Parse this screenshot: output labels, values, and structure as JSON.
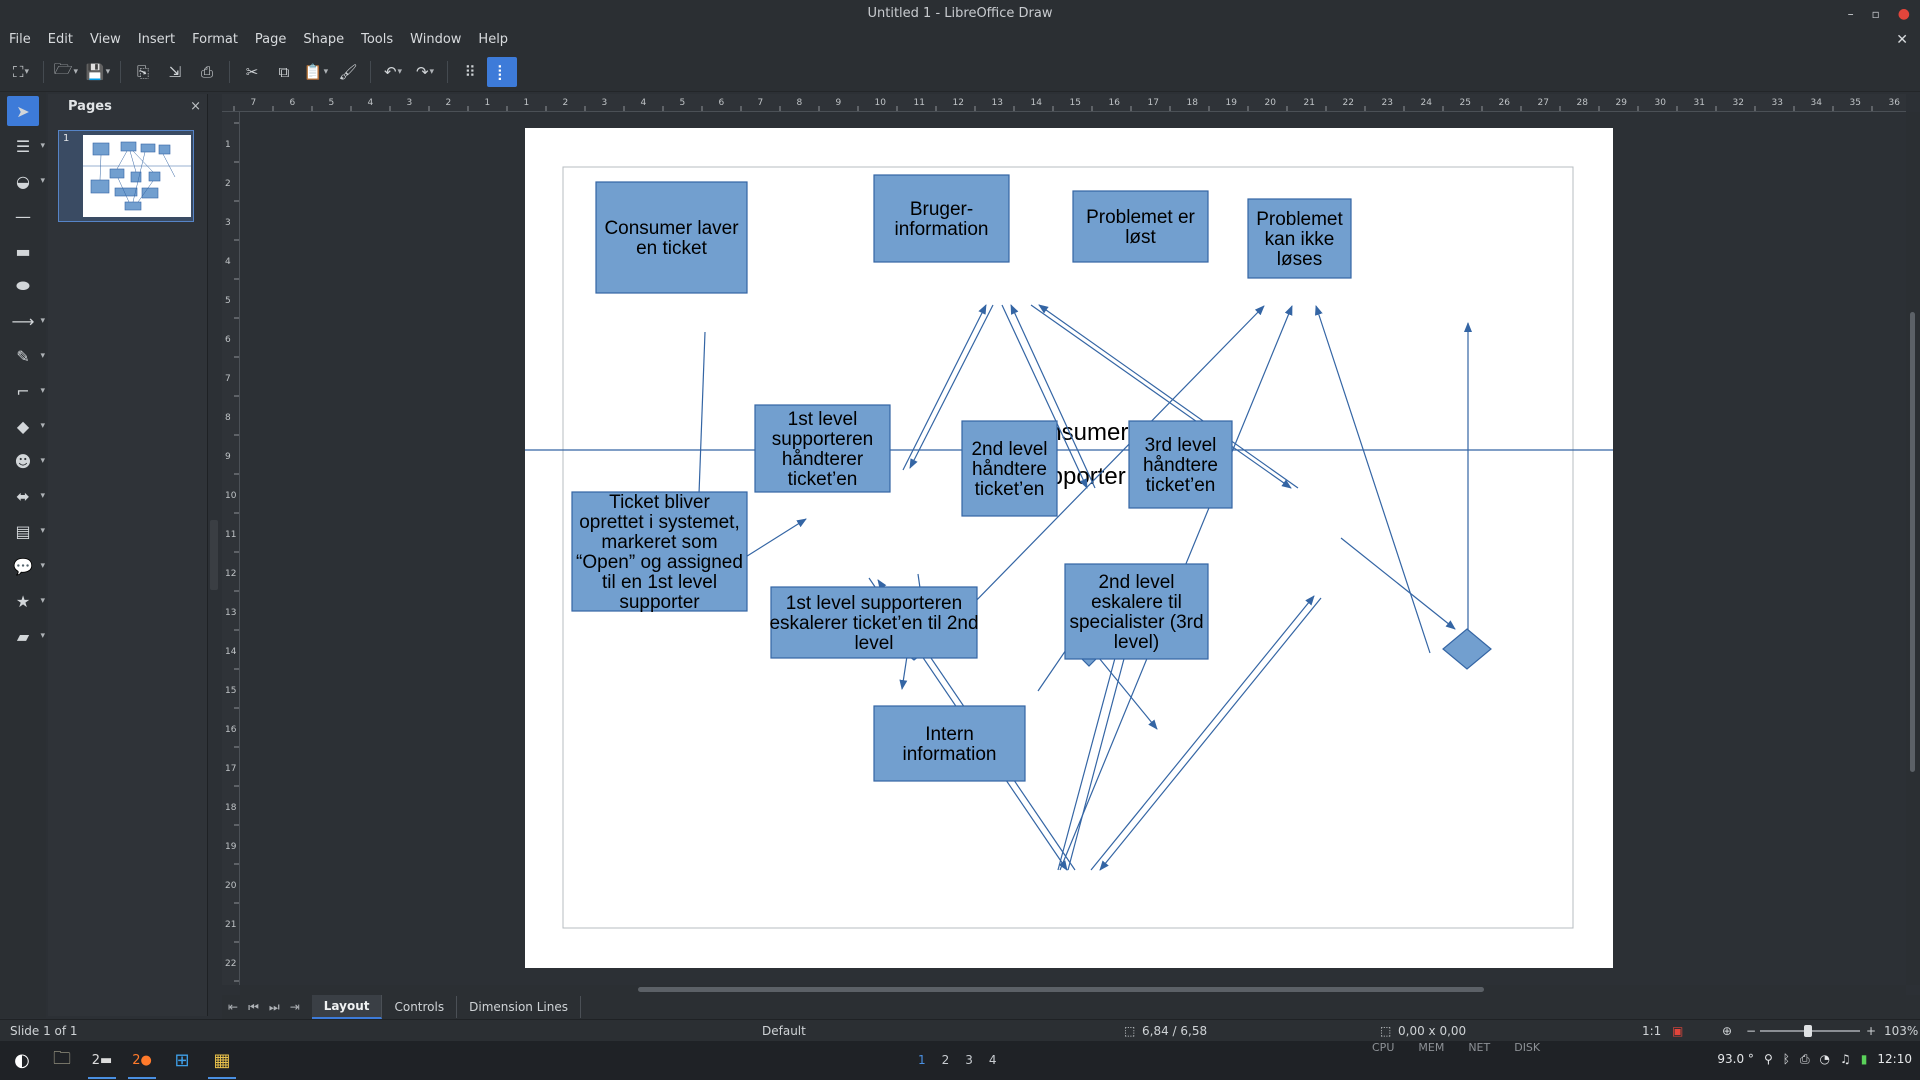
{
  "window": {
    "title": "Untitled 1 - LibreOffice Draw"
  },
  "menu": [
    "File",
    "Edit",
    "View",
    "Insert",
    "Format",
    "Page",
    "Shape",
    "Tools",
    "Window",
    "Help"
  ],
  "pages_panel": {
    "title": "Pages",
    "page_number": "1"
  },
  "tabs": {
    "layout": "Layout",
    "controls": "Controls",
    "dimension": "Dimension Lines"
  },
  "status": {
    "slide": "Slide 1 of 1",
    "layout": "Default",
    "position": "6,84 / 6,58",
    "size": "0,00 x 0,00",
    "scale": "1:1",
    "zoom": "103%"
  },
  "taskbar": {
    "workspaces": [
      "1",
      "2",
      "3",
      "4"
    ],
    "cpu": "CPU",
    "mem": "MEM",
    "net": "NET",
    "disk": "DISK",
    "temp": "93.0 °",
    "clock": "12:10",
    "badge_a": "2",
    "badge_b": "2"
  },
  "diagram": {
    "consumer_label": "Consumer",
    "supporter_label": "Supporter",
    "boxes": {
      "consumer_laver": [
        "Consumer laver",
        "en ticket"
      ],
      "bruger_info": [
        "Bruger-",
        "information"
      ],
      "problem_loest": [
        "Problemet er",
        "løst"
      ],
      "problem_ikke": [
        "Problemet",
        "kan ikke",
        "løses"
      ],
      "first_level": [
        "1st level",
        "supporteren",
        "håndterer",
        "ticket’en"
      ],
      "second_level": [
        "2nd level",
        "håndtere",
        "ticket’en"
      ],
      "third_level": [
        "3rd level",
        "håndtere",
        "ticket’en"
      ],
      "ticket_oprettet": [
        "Ticket bliver",
        "oprettet i systemet,",
        "markeret som",
        "“Open” og assigned",
        "til en 1st level",
        "supporter"
      ],
      "first_eskalerer": [
        "1st level supporteren",
        "eskalerer ticket’en til 2nd",
        "level"
      ],
      "second_eskalere": [
        "2nd level",
        "eskalere til",
        "specialister (3rd",
        "level)"
      ],
      "intern_info": [
        "Intern",
        "information"
      ]
    }
  },
  "colors": {
    "box_fill": "#729fcf",
    "box_stroke": "#3465a4",
    "accent": "#3d7bd9"
  }
}
